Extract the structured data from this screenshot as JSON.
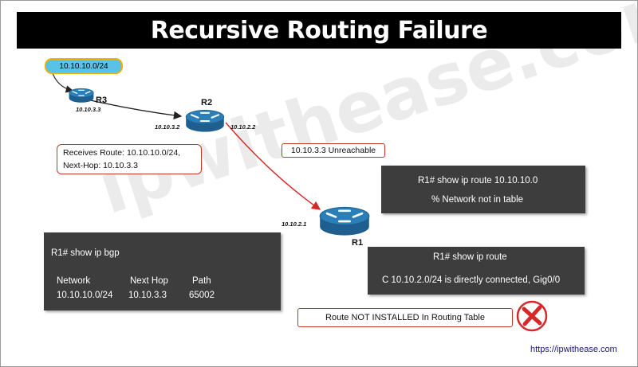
{
  "title": "Recursive Routing Failure",
  "watermark": "ipwithease.com",
  "prefix_label": "10.10.10.0/24",
  "routers": {
    "r3": {
      "name": "R3",
      "ip": "10.10.3.3"
    },
    "r2": {
      "name": "R2",
      "ip_left": "10.10.3.2",
      "ip_right": "10.10.2.2"
    },
    "r1": {
      "name": "R1",
      "ip": "10.10.2.1"
    }
  },
  "notes": {
    "receives_line1": "Receives Route: 10.10.10.0/24,",
    "receives_line2": "Next-Hop: 10.10.3.3",
    "unreachable": "10.10.3.3 Unreachable",
    "not_installed": "Route NOT INSTALLED In Routing Table"
  },
  "panels": {
    "show_route_prefix": {
      "command": "R1# show ip route 10.10.10.0",
      "output": "% Network not in table"
    },
    "show_bgp": {
      "command": "R1# show ip bgp",
      "headers": [
        "Network",
        "Next Hop",
        "Path"
      ],
      "row": [
        "10.10.10.0/24",
        "10.10.3.3",
        "65002"
      ]
    },
    "show_route": {
      "command": "R1# show ip route",
      "output": "C 10.10.2.0/24 is directly connected, Gig0/0"
    }
  },
  "footer_url": "https://ipwithease.com",
  "colors": {
    "panel_bg": "#3d3d3d",
    "alert_red": "#d62828",
    "router_blue": "#2b7fb8",
    "pill_fill": "#5bc2e7",
    "pill_border": "#f0b000"
  },
  "icons": [
    "router-icon",
    "x-mark-icon",
    "arrow-icon"
  ]
}
